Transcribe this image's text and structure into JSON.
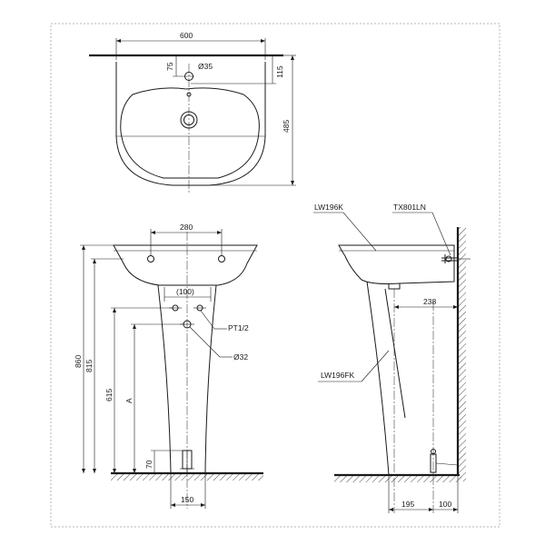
{
  "top_view": {
    "width": "600",
    "tap_offset": "75",
    "tap_hole": "Ø35",
    "depth_to_tap": "115",
    "depth": "485"
  },
  "front_view": {
    "mount_spacing": "280",
    "inlet_spacing": "(100)",
    "inlet_thread": "PT1/2",
    "drain_hole": "Ø32",
    "total_height": "860",
    "rim_height": "815",
    "inlet_height": "615",
    "drain_height_label": "A",
    "floor_drain_height": "70",
    "base_width": "150"
  },
  "side_view": {
    "basin_model": "LW196K",
    "trap_model": "TX801LN",
    "pedestal_model": "LW196FK",
    "drain_projection": "238",
    "pedestal_offset": "195",
    "wall_offset": "100"
  },
  "colors": {
    "line": "#1a1a1a",
    "frame": "#b5b5b5",
    "wall": "#444444"
  }
}
